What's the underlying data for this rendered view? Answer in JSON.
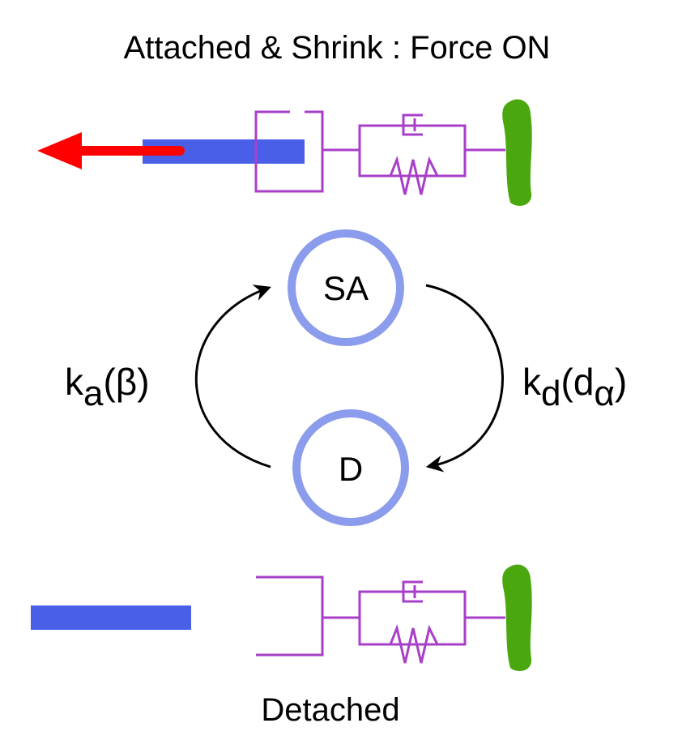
{
  "title": "Attached & Shrink : Force ON",
  "bottom_label": "Detached",
  "states": {
    "top": "SA",
    "bottom": "D"
  },
  "rates": {
    "left": {
      "base": "k",
      "sub": "a",
      "arg": "(β)"
    },
    "right": {
      "base": "k",
      "sub": "d",
      "arg_open": "(",
      "arg_base": "d",
      "arg_sub": "α",
      "arg_close": ")"
    }
  },
  "colors": {
    "filament": "#4a5fe8",
    "force_arrow": "#ff0000",
    "linkage": "#a83fc8",
    "anchor": "#4aa80e",
    "state_circle": "#8c9cec",
    "transition_arrow": "#000000",
    "text": "#000000"
  }
}
